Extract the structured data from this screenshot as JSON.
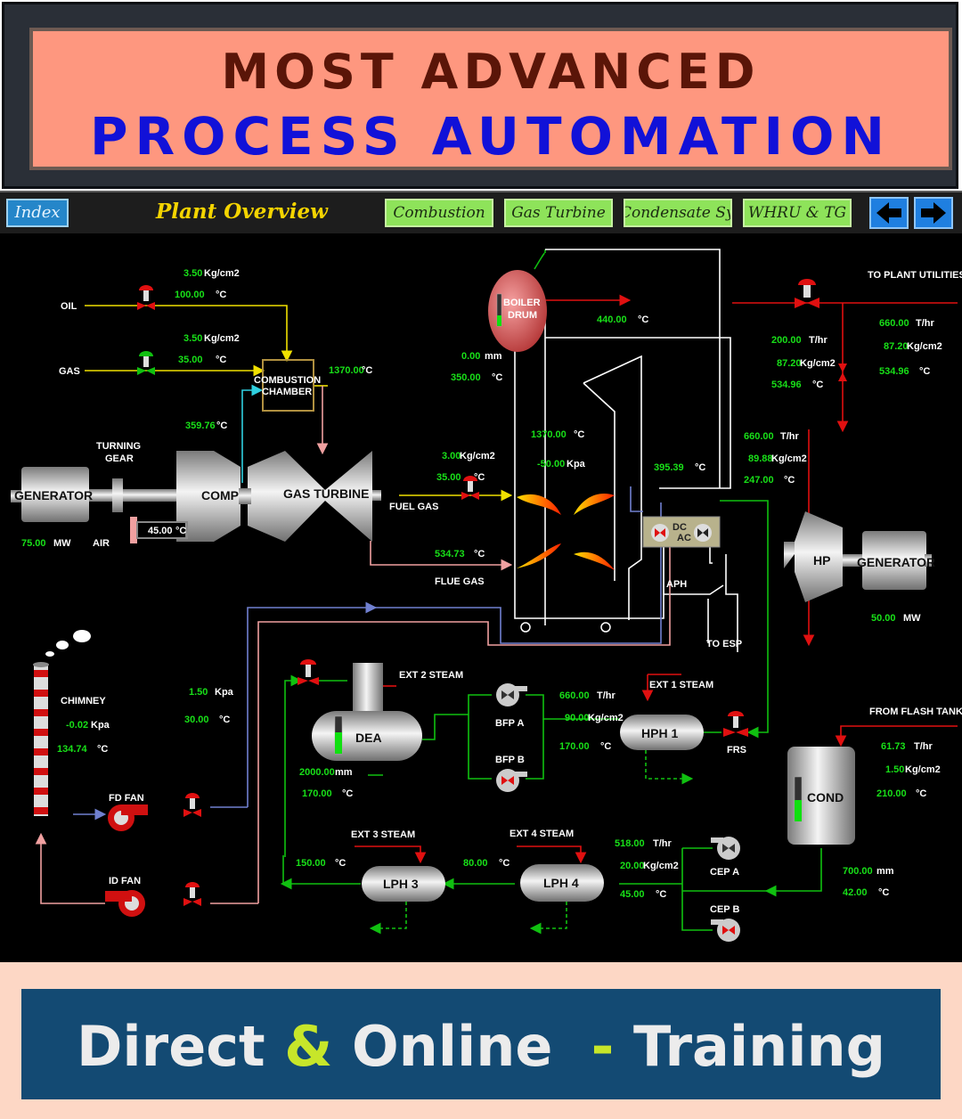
{
  "banner": {
    "line1": "MOST ADVANCED",
    "line2": "PROCESS AUTOMATION"
  },
  "nav": {
    "index": "Index",
    "title": "Plant Overview",
    "tabs": [
      "Combustion",
      "Gas Turbine",
      "Condensate System",
      "WHRU & TG"
    ],
    "back_icon": "arrow-left-icon",
    "forward_icon": "arrow-right-icon"
  },
  "labels": {
    "oil": "OIL",
    "gas": "GAS",
    "combustion_chamber_1": "COMBUSTION",
    "combustion_chamber_2": "CHAMBER",
    "turning_gear_1": "TURNING",
    "turning_gear_2": "GEAR",
    "generator_left": "GENERATOR",
    "comp": "COMP",
    "gas_turbine": "GAS TURBINE",
    "air": "AIR",
    "fuel_gas": "FUEL GAS",
    "flue_gas": "FLUE GAS",
    "boiler_drum_1": "BOILER",
    "boiler_drum_2": "DRUM",
    "dc_ac_1": "DC",
    "dc_ac_2": "AC",
    "aph": "APH",
    "to_esp": "TO ESP",
    "to_plant_utilities": "TO PLANT UTILITIES",
    "hp": "HP",
    "generator_right": "GENERATOR",
    "chimney": "CHIMNEY",
    "fd_fan": "FD FAN",
    "id_fan": "ID FAN",
    "dea": "DEA",
    "ext2_steam": "EXT 2 STEAM",
    "bfp_a": "BFP A",
    "bfp_b": "BFP B",
    "ext1_steam": "EXT 1 STEAM",
    "hph1": "HPH 1",
    "frs": "FRS",
    "from_flash_tank": "FROM FLASH TANK",
    "cond": "COND",
    "ext3_steam": "EXT 3 STEAM",
    "ext4_steam": "EXT 4 STEAM",
    "lph3": "LPH 3",
    "lph4": "LPH 4",
    "cep_a": "CEP A",
    "cep_b": "CEP B"
  },
  "readings": {
    "oil_pressure": "3.50",
    "oil_temp": "100.00",
    "gas_pressure": "3.50",
    "gas_temp": "35.00",
    "cc_temp": "1370.00",
    "comp_out_temp": "359.76",
    "air_temp": "45.00",
    "gen_left_mw": "75.00",
    "fuel_gas_pressure": "3.00",
    "fuel_gas_temp": "35.00",
    "flue_gas_temp": "534.73",
    "drum_level": "0.00",
    "drum_temp": "350.00",
    "boiler_steam_temp": "440.00",
    "furnace_temp": "1370.00",
    "furnace_pressure": "-50.00",
    "aph_temp": "395.39",
    "hp_steam_flow": "660.00",
    "hp_steam_pressure": "89.88",
    "hp_steam_temp": "247.00",
    "util_flow": "660.00",
    "util_pressure": "87.20",
    "util_temp": "534.96",
    "hp_in_flow": "200.00",
    "hp_in_pressure": "87.20",
    "hp_in_temp": "534.96",
    "gen_right_mw": "50.00",
    "chimney_pressure": "-0.02",
    "chimney_temp": "134.74",
    "fd_pressure": "1.50",
    "fd_temp": "30.00",
    "dea_level": "2000.00",
    "dea_temp": "170.00",
    "bfp_flow": "660.00",
    "bfp_pressure": "90.00",
    "bfp_temp": "170.00",
    "flash_flow": "61.73",
    "flash_pressure": "1.50",
    "flash_temp": "210.00",
    "cond_level": "700.00",
    "cond_temp": "42.00",
    "lph3_temp": "150.00",
    "lph4_temp": "80.00",
    "cep_flow": "518.00",
    "cep_pressure": "20.00",
    "cep_temp": "45.00"
  },
  "units": {
    "kgcm2": "Kg/cm2",
    "degc": "°C",
    "mm": "mm",
    "kpa": "Kpa",
    "mw": "MW",
    "thr": "T/hr"
  },
  "footer": {
    "part1": "Direct ",
    "amp": "&",
    "part2": " Online  ",
    "dash": "-",
    "part3": " Training"
  },
  "colors": {
    "value_green": "#18e018",
    "label_white": "#ffffff",
    "pipe_red": "#e01010",
    "pipe_green": "#10c010",
    "pipe_yellow": "#f0e000",
    "pipe_pink": "#f0a0a0",
    "pipe_blue": "#7080d0"
  }
}
